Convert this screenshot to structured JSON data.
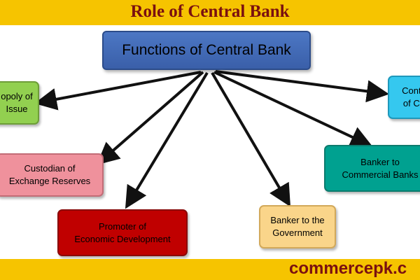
{
  "title": "Role of Central Bank",
  "diagram": {
    "center": "Functions of Central Bank",
    "nodes": [
      {
        "id": "monopoly-of-note-issue",
        "label": "Monopoly of\nNote Issue",
        "shown_text": "opoly of\nIssue",
        "color": "#92d050"
      },
      {
        "id": "custodian-of-foreign-exchange-reserves",
        "label": "Custodian of\nExchange Reserves",
        "color": "#ef919c"
      },
      {
        "id": "promoter-of-economic-development",
        "label": "Promoter of\nEconomic Development",
        "color": "#c00000"
      },
      {
        "id": "banker-to-the-government",
        "label": "Banker to the\nGovernment",
        "color": "#fad58a"
      },
      {
        "id": "banker-to-commercial-banks",
        "label": "Banker to\nCommercial Banks",
        "color": "#00a190"
      },
      {
        "id": "controller-of-credit",
        "label": "Controller\nof Credit",
        "shown_text": "Contr\nof Cr",
        "color": "#35c8ef"
      }
    ]
  },
  "footer": {
    "site": "commercepk.c"
  },
  "colors": {
    "banner": "#f6c400",
    "title_text": "#7a1010",
    "center_box": "#4472c4",
    "arrow": "#111111"
  }
}
